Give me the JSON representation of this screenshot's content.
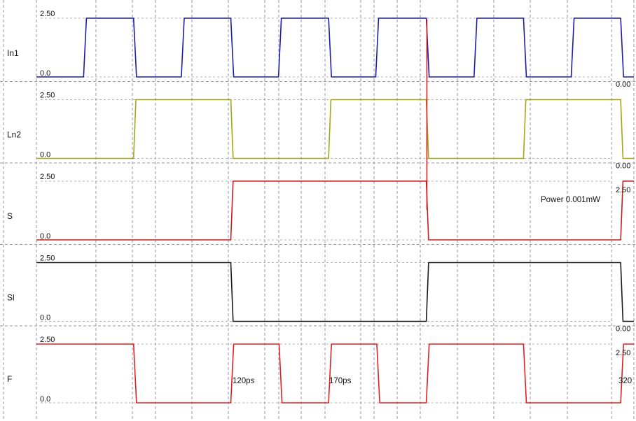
{
  "chart_data": {
    "type": "line",
    "title": "",
    "xlabel": "",
    "ylabel": "",
    "xlim": [
      0,
      100
    ],
    "colors": {
      "In1": "#1c1ca8",
      "Ln2": "#a6a614",
      "S": "#c81e1e",
      "Sl": "#1a1a1a",
      "F": "#e02020",
      "grid": "#8a8ab8",
      "lane": "#9a9a9a",
      "cursor": "#d02020"
    },
    "series": [
      {
        "name": "In1",
        "high_label": "2.50",
        "low_label": "0.0",
        "end_label": "0.00",
        "y": [
          0,
          2.5
        ],
        "points": [
          [
            0,
            0
          ],
          [
            8.2,
            0
          ],
          [
            8.7,
            2.5
          ],
          [
            16.9,
            2.5
          ],
          [
            17.4,
            0
          ],
          [
            25.2,
            0
          ],
          [
            25.7,
            2.5
          ],
          [
            33.8,
            2.5
          ],
          [
            34.3,
            0
          ],
          [
            42.1,
            0
          ],
          [
            42.6,
            2.5
          ],
          [
            50.8,
            2.5
          ],
          [
            51.3,
            0
          ],
          [
            59.0,
            0
          ],
          [
            59.5,
            2.5
          ],
          [
            67.8,
            2.5
          ],
          [
            68.3,
            0
          ],
          [
            76.1,
            0
          ],
          [
            76.6,
            2.5
          ],
          [
            84.7,
            2.5
          ],
          [
            85.2,
            0
          ],
          [
            93.0,
            0
          ],
          [
            93.5,
            2.5
          ],
          [
            101.6,
            2.5
          ],
          [
            102.1,
            0
          ],
          [
            104.5,
            0
          ]
        ]
      },
      {
        "name": "Ln2",
        "high_label": "2.50",
        "low_label": "0.0",
        "end_label": "0.00",
        "y": [
          0,
          2.5
        ],
        "points": [
          [
            0,
            0
          ],
          [
            16.9,
            0
          ],
          [
            17.3,
            2.5
          ],
          [
            33.8,
            2.5
          ],
          [
            34.2,
            0
          ],
          [
            50.8,
            0
          ],
          [
            51.2,
            2.5
          ],
          [
            67.8,
            2.5
          ],
          [
            68.2,
            0
          ],
          [
            84.7,
            0
          ],
          [
            85.1,
            2.5
          ],
          [
            101.6,
            2.5
          ],
          [
            102.0,
            0
          ],
          [
            104.5,
            0
          ]
        ]
      },
      {
        "name": "S",
        "high_label": "2.50",
        "low_label": "0.0",
        "end_label": "2.50",
        "y": [
          0,
          2.5
        ],
        "points": [
          [
            0,
            0
          ],
          [
            33.8,
            0
          ],
          [
            34.2,
            2.5
          ],
          [
            67.8,
            2.5
          ],
          [
            68.2,
            0
          ],
          [
            101.6,
            0
          ],
          [
            102.0,
            2.5
          ],
          [
            104.5,
            2.5
          ]
        ]
      },
      {
        "name": "Sl",
        "high_label": "2.50",
        "low_label": "0.0",
        "end_label": "0.00",
        "y": [
          0,
          2.5
        ],
        "points": [
          [
            0,
            2.5
          ],
          [
            33.8,
            2.5
          ],
          [
            34.2,
            0
          ],
          [
            67.8,
            0
          ],
          [
            68.2,
            2.5
          ],
          [
            101.6,
            2.5
          ],
          [
            102.0,
            0
          ],
          [
            104.5,
            0
          ]
        ]
      },
      {
        "name": "F",
        "high_label": "2.50",
        "low_label": "0.0",
        "end_label": "2.50",
        "y": [
          0,
          2.5
        ],
        "points": [
          [
            0,
            2.5
          ],
          [
            16.9,
            2.5
          ],
          [
            17.4,
            0
          ],
          [
            33.8,
            0
          ],
          [
            34.3,
            2.5
          ],
          [
            42.2,
            2.5
          ],
          [
            42.7,
            0
          ],
          [
            50.8,
            0
          ],
          [
            51.3,
            2.5
          ],
          [
            59.2,
            2.5
          ],
          [
            59.7,
            0
          ],
          [
            67.8,
            0
          ],
          [
            68.3,
            2.5
          ],
          [
            84.7,
            2.5
          ],
          [
            85.2,
            0
          ],
          [
            101.6,
            0
          ],
          [
            102.1,
            2.5
          ],
          [
            104.5,
            2.5
          ]
        ]
      }
    ],
    "annotations": [
      {
        "text": "Power 0.001mW",
        "series": "S"
      },
      {
        "text": "120ps",
        "series": "F"
      },
      {
        "text": "170ps",
        "series": "F"
      },
      {
        "text": "320",
        "series": "F"
      }
    ],
    "cursor_x": 67.9,
    "grid": true
  }
}
